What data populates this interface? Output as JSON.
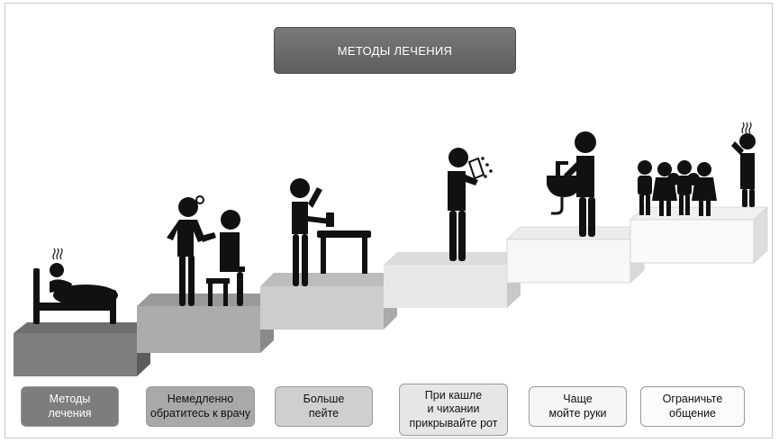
{
  "title": "МЕТОДЫ ЛЕЧЕНИЯ",
  "steps": [
    {
      "label": "Методы\nлечения",
      "icon": "sick-in-bed-icon",
      "color": "#7d7d7d",
      "text_color": "#ffffff"
    },
    {
      "label": "Немедленно\nобратитесь к врачу",
      "icon": "doctor-visit-icon",
      "color": "#a9a9a9",
      "text_color": "#111111"
    },
    {
      "label": "Больше\nпейте",
      "icon": "drink-water-icon",
      "color": "#cfcfcf",
      "text_color": "#111111"
    },
    {
      "label": "При кашле\nи чихании\nприкрывайте рот",
      "icon": "sneeze-cover-icon",
      "color": "#e6e6e6",
      "text_color": "#111111"
    },
    {
      "label": "Чаще\nмойте руки",
      "icon": "wash-hands-icon",
      "color": "#f6f6f6",
      "text_color": "#111111"
    },
    {
      "label": "Ограничьте\nобщение",
      "icon": "avoid-crowds-icon",
      "color": "#fbfbfb",
      "text_color": "#111111"
    }
  ]
}
